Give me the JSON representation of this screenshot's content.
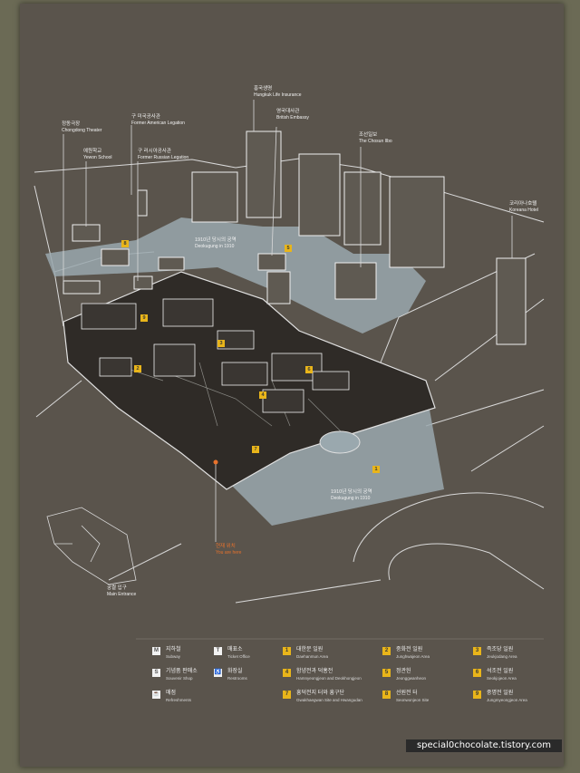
{
  "labels": {
    "chongdong": {
      "ko": "정동극장",
      "en": "Chongdong Theater"
    },
    "yewon": {
      "ko": "예원학교",
      "en": "Yewon School"
    },
    "american": {
      "ko": "구 미국공사관",
      "en": "Former American Legation"
    },
    "russian": {
      "ko": "구 러시아공사관",
      "en": "Former Russian Legation"
    },
    "hungkuk": {
      "ko": "흥국생명",
      "en": "Hungkuk Life Insurance"
    },
    "british": {
      "ko": "영국대사관",
      "en": "British Embassy"
    },
    "chosun": {
      "ko": "조선일보",
      "en": "The Chosun Ilbo"
    },
    "koreana": {
      "ko": "코리아나호텔",
      "en": "Koreana Hotel"
    },
    "deoksugung1": {
      "ko": "1910년 당시의 궁역",
      "en": "Deokugung in 1910"
    },
    "deoksugung2": {
      "ko": "1910년 당시의 궁역",
      "en": "Deokugung in 1910"
    },
    "you_are_here": {
      "ko": "현재 위치",
      "en": "You are here"
    },
    "main_entrance": {
      "ko": "궁궐 입구",
      "en": "Main Entrance"
    }
  },
  "map_markers": [
    "1",
    "2",
    "3",
    "4",
    "5",
    "6",
    "7",
    "8",
    "9"
  ],
  "legend": {
    "facilities": [
      {
        "icon": "subway-icon",
        "glyph": "M",
        "ko": "지하철",
        "en": "Subway"
      },
      {
        "icon": "ticket-icon",
        "glyph": "T",
        "ko": "매표소",
        "en": "Ticket Office"
      },
      {
        "icon": "shop-icon",
        "glyph": "S",
        "ko": "기념품 판매소",
        "en": "Souvenir Shop"
      },
      {
        "icon": "restroom-icon",
        "glyph": "♿",
        "ko": "화장실",
        "en": "Restrooms"
      },
      {
        "icon": "refreshment-icon",
        "glyph": "☕",
        "ko": "매점",
        "en": "Refreshments"
      }
    ],
    "areas": [
      {
        "num": "1",
        "ko": "대한문 일원",
        "en": "Daehanmun Area"
      },
      {
        "num": "2",
        "ko": "중화전 일원",
        "en": "Junghwajeon Area"
      },
      {
        "num": "3",
        "ko": "즉조당 일원",
        "en": "Jeukjodang Area"
      },
      {
        "num": "4",
        "ko": "함녕전과 덕홍전",
        "en": "Hamnyeongjeon and Deokhongjeon"
      },
      {
        "num": "5",
        "ko": "정관헌",
        "en": "Jeonggwanheon"
      },
      {
        "num": "6",
        "ko": "석조전 일원",
        "en": "Seokjojeon Area"
      },
      {
        "num": "7",
        "ko": "흥덕전지 터와 흥구단",
        "en": "Gwakhaegwan Site and Hwangudan"
      },
      {
        "num": "8",
        "ko": "선원전 터",
        "en": "Seonwonjeon Site"
      },
      {
        "num": "9",
        "ko": "중명전 일원",
        "en": "Jungmyeongjeon Area"
      }
    ]
  },
  "watermark": "special0chocolate.tistory.com",
  "colors": {
    "board": "#5a544c",
    "accent": "#e9b51a",
    "here": "#e8722c",
    "area": "#8c9ba2"
  }
}
